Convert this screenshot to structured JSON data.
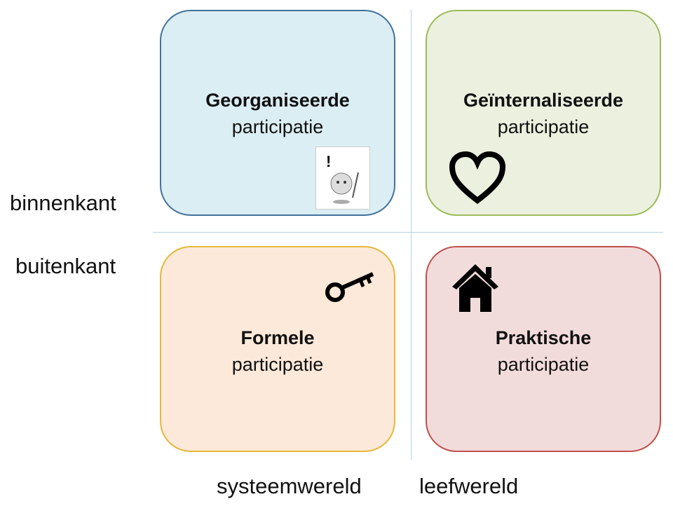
{
  "quadrants": [
    {
      "title": "Georganiseerde",
      "subtitle": "participatie",
      "icon": "einstein-clipart-icon",
      "fill": "#dbeef4",
      "border": "#41719c"
    },
    {
      "title": "Geïnternaliseerde",
      "subtitle": "participatie",
      "icon": "heart-icon",
      "fill": "#ebf1de",
      "border": "#9bbb59"
    },
    {
      "title": "Formele",
      "subtitle": "participatie",
      "icon": "key-icon",
      "fill": "#fde9d9",
      "border": "#e6b73a"
    },
    {
      "title": "Praktische",
      "subtitle": "participatie",
      "icon": "house-icon",
      "fill": "#f2dcdb",
      "border": "#c0504d"
    }
  ],
  "axes": {
    "top": "binnenkant",
    "bottom": "buitenkant",
    "left": "systeemwereld",
    "right": "leefwereld"
  }
}
